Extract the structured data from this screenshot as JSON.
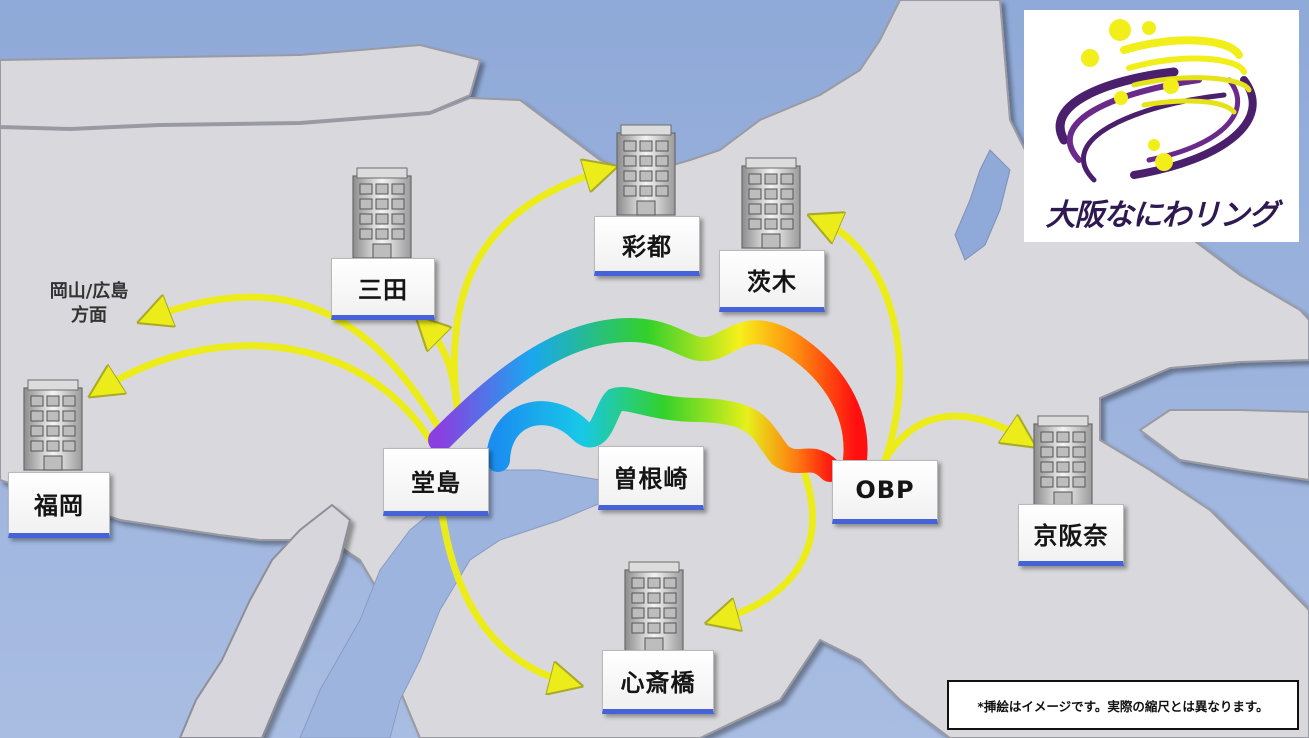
{
  "logo": {
    "text": "大阪なにわリング"
  },
  "region_label": {
    "line1": "岡山/広島",
    "line2": "方面"
  },
  "locations": {
    "saito": "彩都",
    "sanda": "三田",
    "ibaraki": "茨木",
    "fukuoka": "福岡",
    "dojima": "堂島",
    "sonezaki": "曽根崎",
    "obp": "OBP",
    "keihanna": "京阪奈",
    "shinsaibashi": "心斎橋"
  },
  "note": {
    "text": "*挿絵はイメージです。実際の縮尺とは異なります。"
  },
  "colors": {
    "sea": "#8aa6d6",
    "land": "#d8d8dc",
    "arrow": "#eeee10",
    "label_underline": "#4562d9",
    "logo_purple": "#4a1f6b",
    "logo_yellow": "#f2ee1a"
  }
}
